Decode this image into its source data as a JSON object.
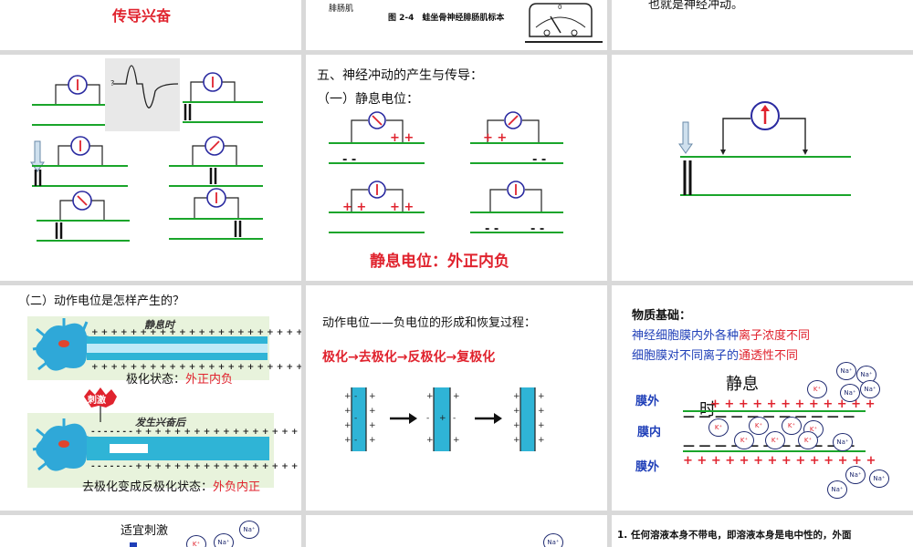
{
  "slides": {
    "s1": {
      "title": "传导兴奋"
    },
    "s2": {
      "label_muscle": "腓肠肌",
      "caption": "图 2-4　蛙坐骨神经腓肠肌标本",
      "gauge_zero": "0"
    },
    "s3": {
      "text": "也就是神经冲动。"
    },
    "s4": {
      "qmark": "?"
    },
    "s5": {
      "heading": "五、神经冲动的产生与传导：",
      "sub": "（一）静息电位：",
      "conclusion": "静息电位：外正内负"
    },
    "s7": {
      "heading": "（二）动作电位是怎样产生的？",
      "resting_label": "静息时",
      "polar_state": "极化状态：",
      "polar_value": "外正内负",
      "stimulus": "刺激",
      "after_label": "发生兴奋后",
      "depol_state": "去极化变成反极化状态：",
      "depol_value": "外负内正"
    },
    "s8": {
      "heading": "动作电位——负电位的形成和恢复过程：",
      "sequence": "极化→去极化→反极化→复极化"
    },
    "s9": {
      "heading": "物质基础：",
      "line1_a": "神经细胞膜内外各种",
      "line1_b": "离子浓度不同",
      "line2_a": "细胞膜对不同离子的",
      "line2_b": "通透性不同",
      "resting": "静息",
      "resting2": "时",
      "outside1": "膜外",
      "inside": "膜内",
      "outside2": "膜外",
      "na": "Na⁺",
      "k": "K⁺"
    },
    "s10": {
      "text": "适宜刺激"
    },
    "s12": {
      "line1": "1. 任何溶液本身不带电，即溶液本身是电中性的，外面"
    }
  },
  "colors": {
    "green": "#1aa52b",
    "red": "#e0232e",
    "blue": "#1f3fb8",
    "axon": "#2fb4d6"
  }
}
